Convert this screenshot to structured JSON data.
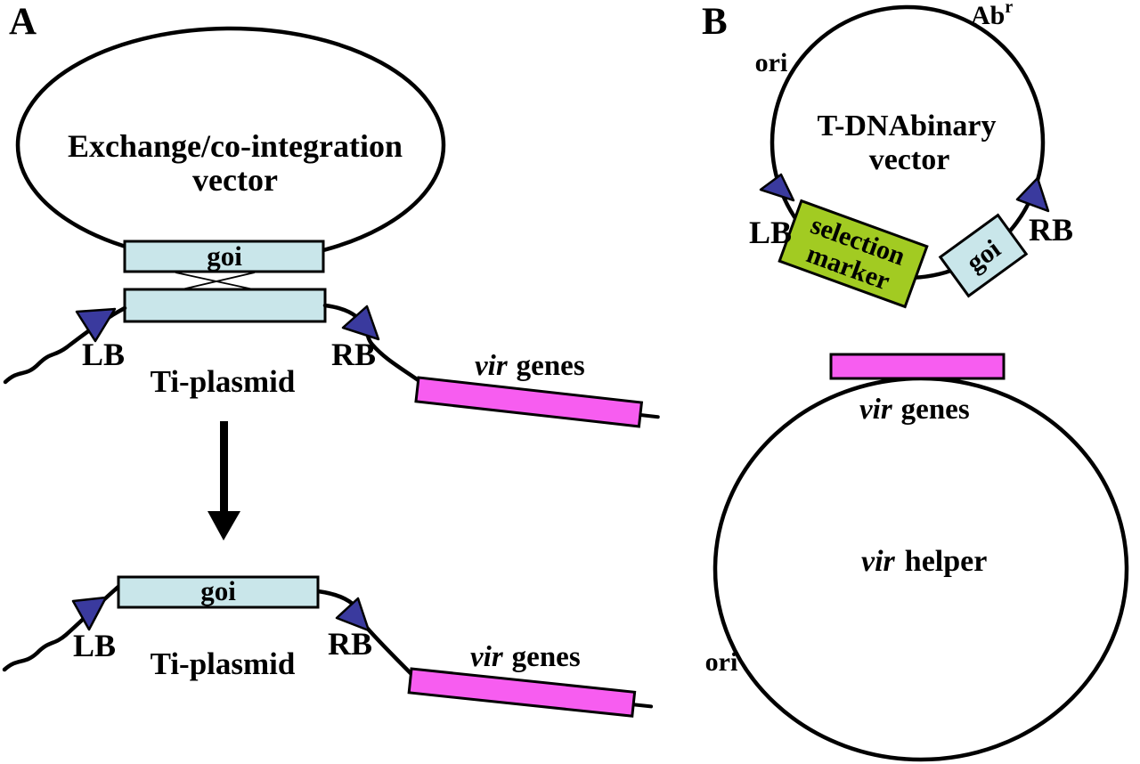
{
  "figure": {
    "description_note": "Agrobacterium transformation vector systems diagram"
  },
  "colors": {
    "box_cyan": "#c9e6ea",
    "triangle_navy": "#3a3a9e",
    "magenta": "#f75df0",
    "green": "#a2cb22",
    "black": "#000000"
  },
  "panel_a": {
    "label": "A",
    "exchange_vector_line1": "Exchange/co-integration",
    "exchange_vector_line2": "vector",
    "goi": "goi",
    "lb": "LB",
    "rb": "RB",
    "ti_plasmid": "Ti-plasmid",
    "vir": "vir",
    "genes": "genes",
    "result": {
      "goi": "goi",
      "lb": "LB",
      "rb": "RB",
      "ti_plasmid": "Ti-plasmid",
      "vir": "vir",
      "genes": "genes"
    }
  },
  "panel_b": {
    "label": "B",
    "binary_vector_line1": "T-DNAbinary",
    "binary_vector_line2": "vector",
    "ab": "Ab",
    "ab_sup": "r",
    "ori_top": "ori",
    "lb": "LB",
    "rb": "RB",
    "selection_marker_line1": "selection",
    "selection_marker_line2": "marker",
    "goi": "goi",
    "vir": "vir",
    "genes": "genes",
    "helper": "helper",
    "ori_bottom": "ori"
  }
}
